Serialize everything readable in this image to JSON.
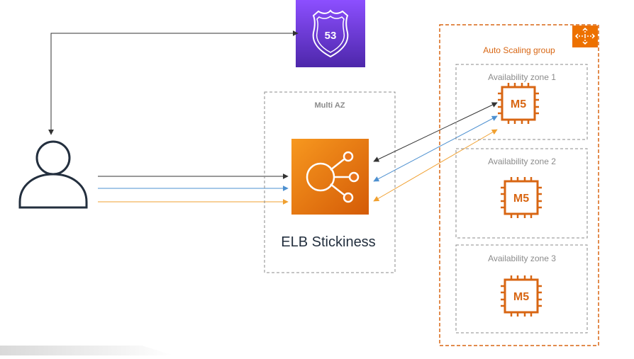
{
  "diagram": {
    "route53": {
      "icon": "route53-shield-icon",
      "number": "53",
      "color_top": "#8c4fff",
      "color_bottom": "#4d27aa"
    },
    "user": {
      "icon": "user-icon",
      "color": "#232f3e"
    },
    "multi_az": {
      "label": "Multi AZ",
      "border_color": "#8b8b8b"
    },
    "load_balancer": {
      "icon": "elastic-load-balancing-icon",
      "label": "ELB Stickiness",
      "color_top": "#f7981f",
      "color_bottom": "#d45b07"
    },
    "auto_scaling_group": {
      "label": "Auto Scaling group",
      "icon": "auto-scaling-icon",
      "color": "#d86613"
    },
    "zones": [
      {
        "label": "Availability zone 1",
        "instance": "M5"
      },
      {
        "label": "Availability zone 2",
        "instance": "M5"
      },
      {
        "label": "Availability zone 3",
        "instance": "M5"
      }
    ],
    "flows": [
      {
        "name": "black",
        "color": "#333333"
      },
      {
        "name": "blue",
        "color": "#4d90d0"
      },
      {
        "name": "orange",
        "color": "#f0a030"
      }
    ]
  }
}
